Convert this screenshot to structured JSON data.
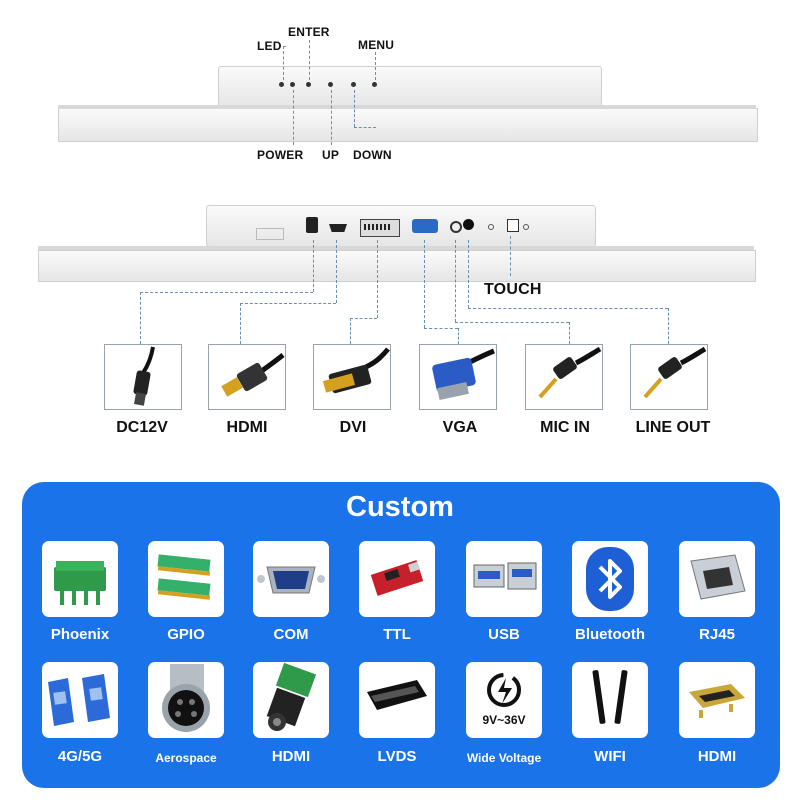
{
  "top_panel": {
    "labels": {
      "led": "LED",
      "enter": "ENTER",
      "menu": "MENU",
      "power": "POWER",
      "up": "UP",
      "down": "DOWN"
    }
  },
  "io_panel": {
    "touch_label": "TOUCH"
  },
  "ports": [
    {
      "label": "DC12V",
      "icon": "dc-power-plug-icon"
    },
    {
      "label": "HDMI",
      "icon": "hdmi-cable-icon"
    },
    {
      "label": "DVI",
      "icon": "dvi-cable-icon"
    },
    {
      "label": "VGA",
      "icon": "vga-cable-icon"
    },
    {
      "label": "MIC IN",
      "icon": "audio-jack-icon"
    },
    {
      "label": "LINE OUT",
      "icon": "audio-jack-icon"
    }
  ],
  "custom": {
    "title": "Custom",
    "background_color": "#1a73e8",
    "row1": [
      {
        "label": "Phoenix",
        "icon": "phoenix-terminal-icon"
      },
      {
        "label": "GPIO",
        "icon": "gpio-header-icon"
      },
      {
        "label": "COM",
        "icon": "com-port-icon"
      },
      {
        "label": "TTL",
        "icon": "ttl-board-icon"
      },
      {
        "label": "USB",
        "icon": "usb-port-icon"
      },
      {
        "label": "Bluetooth",
        "icon": "bluetooth-icon"
      },
      {
        "label": "RJ45",
        "icon": "rj45-port-icon"
      }
    ],
    "row2": [
      {
        "label": "4G/5G",
        "icon": "sim-card-icon"
      },
      {
        "label": "Aerospace",
        "icon": "aerospace-connector-icon"
      },
      {
        "label": "HDMI",
        "icon": "hdmi-adapter-icon"
      },
      {
        "label": "LVDS",
        "icon": "lvds-connector-icon"
      },
      {
        "label": "Wide Voltage",
        "icon": "wide-voltage-icon",
        "inner_text": "9V~36V"
      },
      {
        "label": "WIFI",
        "icon": "wifi-antenna-icon"
      },
      {
        "label": "HDMI",
        "icon": "hdmi-port-icon"
      }
    ]
  }
}
